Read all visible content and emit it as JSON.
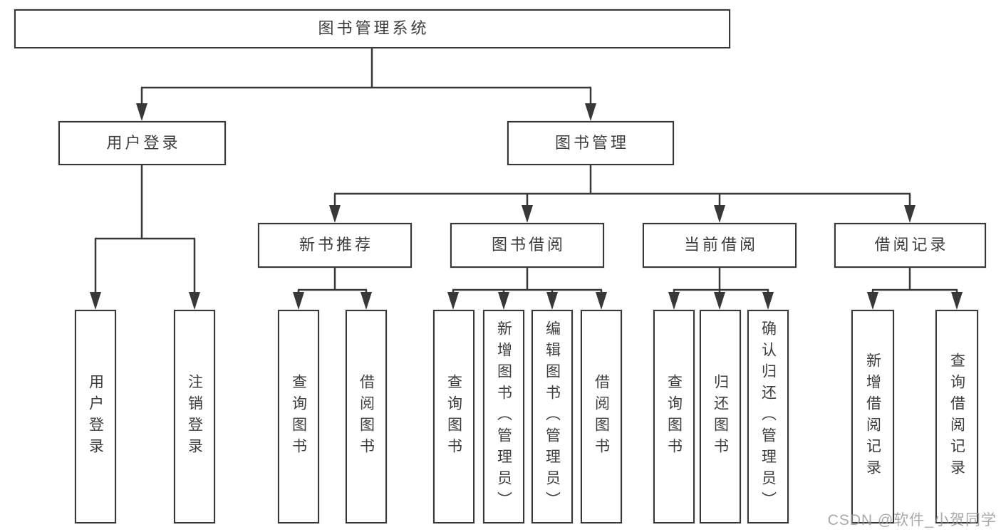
{
  "diagram_type": "hierarchy-tree",
  "colors": {
    "line": "#383838",
    "box_border": "#383838",
    "text": "#3d3d3d",
    "background": "#ffffff",
    "watermark": "#969696"
  },
  "tree": {
    "root": {
      "label": "图书管理系统"
    },
    "children": [
      {
        "label": "用户登录",
        "children": [
          {
            "label": "用户登录"
          },
          {
            "label": "注销登录"
          }
        ]
      },
      {
        "label": "图书管理",
        "children": [
          {
            "label": "新书推荐",
            "children": [
              {
                "label": "查询图书"
              },
              {
                "label": "借阅图书"
              }
            ]
          },
          {
            "label": "图书借阅",
            "children": [
              {
                "label": "查询图书"
              },
              {
                "label": "新增图书（管理员）"
              },
              {
                "label": "编辑图书（管理员）"
              },
              {
                "label": "借阅图书"
              }
            ]
          },
          {
            "label": "当前借阅",
            "children": [
              {
                "label": "查询图书"
              },
              {
                "label": "归还图书"
              },
              {
                "label": "确认归还（管理员）"
              }
            ]
          },
          {
            "label": "借阅记录",
            "children": [
              {
                "label": "新增借阅记录"
              },
              {
                "label": "查询借阅记录"
              }
            ]
          }
        ]
      }
    ]
  },
  "watermark": {
    "text": "CSDN @软件_小贺同学"
  }
}
